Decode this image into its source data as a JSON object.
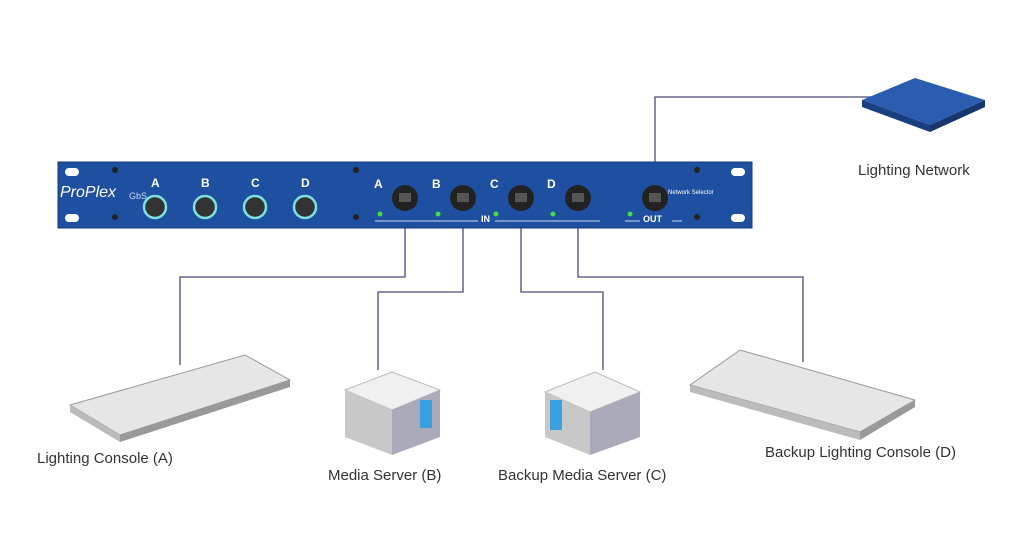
{
  "device": {
    "brand": "ProPlex",
    "model": "GbS",
    "subtitle": "Network Selector",
    "front_ports": [
      "A",
      "B",
      "C",
      "D"
    ],
    "in_ports": [
      "A",
      "B",
      "C",
      "D"
    ],
    "in_label": "IN",
    "out_label": "OUT"
  },
  "nodes": {
    "network": "Lighting Network",
    "console_a": "Lighting Console (A)",
    "media_b": "Media Server (B)",
    "media_c": "Backup Media Server (C)",
    "console_d": "Backup Lighting Console (D)"
  },
  "colors": {
    "panel": "#1f4fa0",
    "line": "#4a4a7a",
    "led": "#44dd44"
  }
}
